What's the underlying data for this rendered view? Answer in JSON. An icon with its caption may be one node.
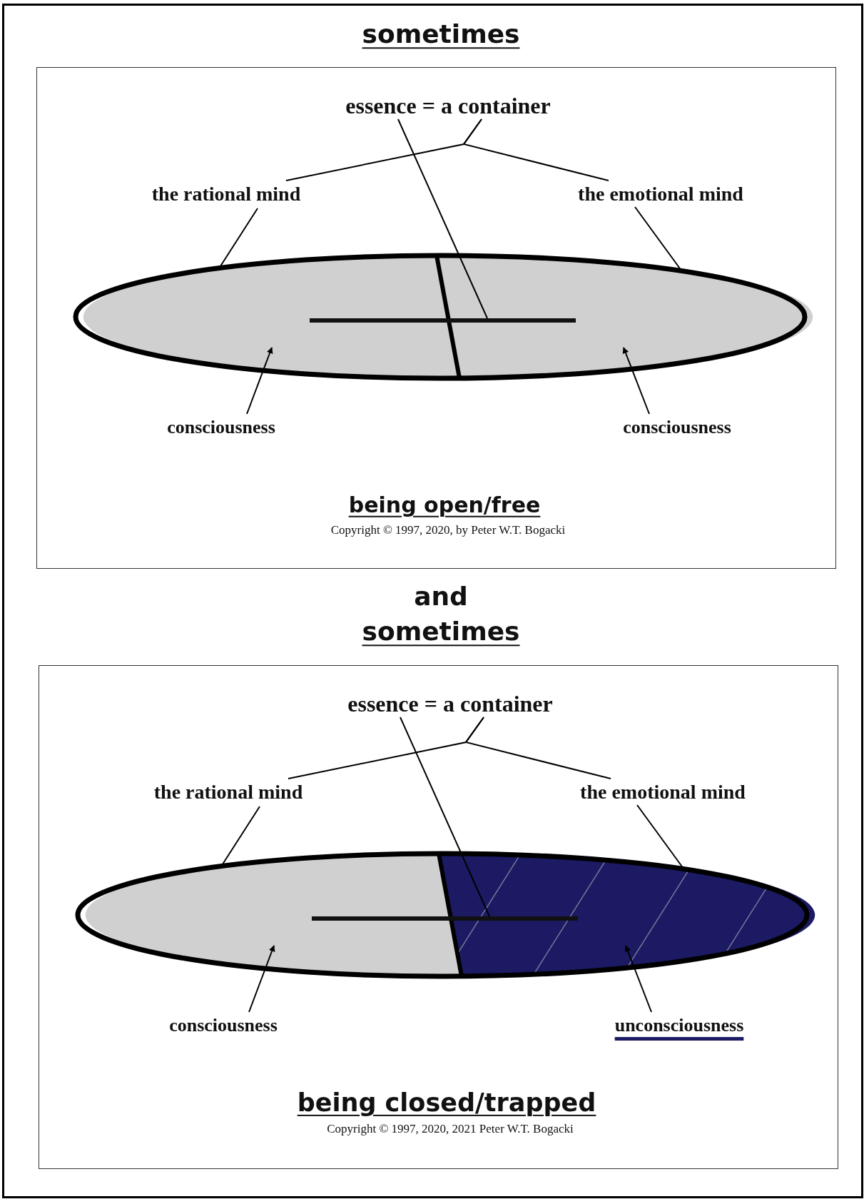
{
  "diagram": {
    "nodes": [
      {
        "text": [
          "being open/free",
          "Copyright © 1997, 2020, by Peter W.T. Bogacki"
        ]
      },
      {
        "text": [
          "essence = a container"
        ],
        "in": 0
      },
      {
        "text": [
          "the rational mind"
        ],
        "in": 0
      },
      {
        "text": [
          "the emotional mind"
        ],
        "in": 0
      },
      {
        "text": [],
        "shape": "ellipse",
        "in": 0
      },
      {
        "text": [],
        "shape": "ellipse",
        "in": 0
      },
      {
        "text": [],
        "shape": "bar",
        "in": 0
      },
      {
        "text": [
          "consciousness"
        ],
        "in": 0
      },
      {
        "text": [
          "consciousness"
        ],
        "in": 0
      },
      {
        "text": [
          "being closed/trapped",
          "Copyright © 1997, 2020, 2021 Peter W.T. Bogacki"
        ]
      },
      {
        "text": [
          "essence = a container"
        ],
        "in": 9
      },
      {
        "text": [
          "the rational mind"
        ],
        "in": 9
      },
      {
        "text": [
          "the emotional mind"
        ],
        "in": 9
      },
      {
        "text": [],
        "shape": "ellipse",
        "in": 9
      },
      {
        "text": [],
        "shape": "ellipse",
        "in": 9
      },
      {
        "text": [],
        "shape": "bar",
        "in": 9
      },
      {
        "text": [
          "consciousness"
        ],
        "in": 9
      },
      {
        "text": [
          "unconsciousness"
        ],
        "in": 9
      }
    ],
    "edges": [
      {
        "from": 1,
        "to": 2,
        "arrow": "none"
      },
      {
        "from": 1,
        "to": 3,
        "arrow": "none"
      },
      {
        "from": 1,
        "to": 6,
        "arrow": "none"
      },
      {
        "from": 2,
        "to": 4,
        "arrow": "none"
      },
      {
        "from": 3,
        "to": 5,
        "arrow": "none"
      },
      {
        "from": 7,
        "to": 4,
        "arrow": "to"
      },
      {
        "from": 8,
        "to": 5,
        "arrow": "to"
      },
      {
        "from": 10,
        "to": 11,
        "arrow": "none"
      },
      {
        "from": 10,
        "to": 12,
        "arrow": "none"
      },
      {
        "from": 10,
        "to": 15,
        "arrow": "none"
      },
      {
        "from": 11,
        "to": 13,
        "arrow": "none"
      },
      {
        "from": 12,
        "to": 14,
        "arrow": "none"
      },
      {
        "from": 16,
        "to": 13,
        "arrow": "to"
      },
      {
        "from": 17,
        "to": 14,
        "arrow": "to"
      }
    ],
    "labels": [
      "sometimes",
      "and",
      "sometimes"
    ]
  }
}
